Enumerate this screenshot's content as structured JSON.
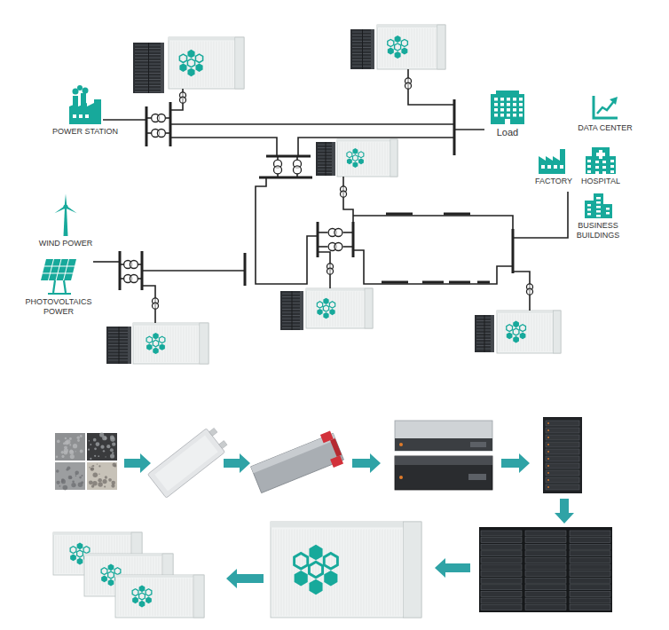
{
  "diagram": {
    "nodes": [
      {
        "text": [
          "POWER STATION"
        ]
      },
      {
        "text": [
          "Load"
        ]
      },
      {
        "text": [
          "DATA CENTER"
        ]
      },
      {
        "text": [
          "FACTORY"
        ]
      },
      {
        "text": [
          "HOSPITAL"
        ]
      },
      {
        "text": [
          "BUSINESS BUILDINGS"
        ]
      },
      {
        "text": [
          "WIND POWER"
        ]
      },
      {
        "text": [
          "PHOTOVOLTAICS POWER"
        ]
      }
    ]
  }
}
